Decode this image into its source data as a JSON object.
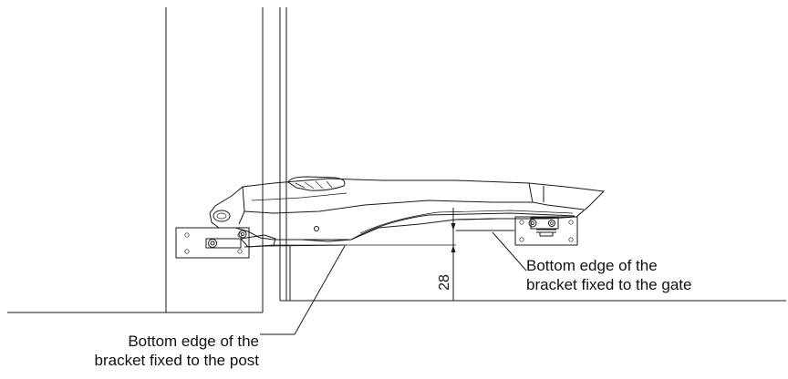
{
  "dimension": {
    "value": "28"
  },
  "labels": {
    "post_bracket": {
      "line1": "Bottom edge of the",
      "line2": "bracket fixed to the post"
    },
    "gate_bracket": {
      "line1": "Bottom edge of the",
      "line2": "bracket fixed to the gate"
    }
  }
}
